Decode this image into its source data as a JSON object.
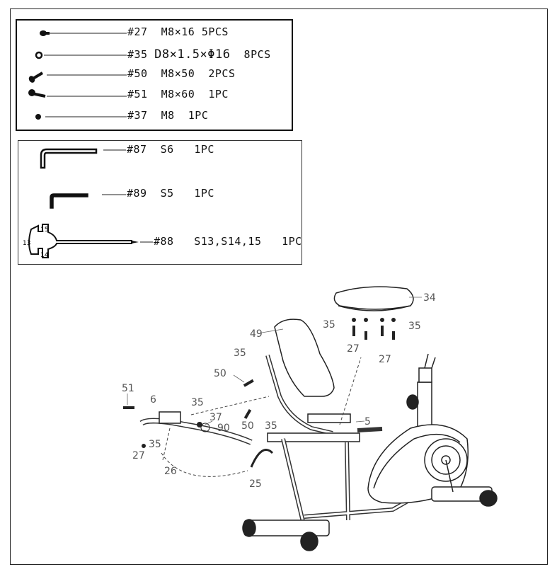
{
  "parts": [
    {
      "icon": "bolt-icon",
      "code": "#27",
      "spec": "M8×16",
      "qty": "5PCS"
    },
    {
      "icon": "washer-icon",
      "code": "#35",
      "spec": "D8×1.5×Φ16",
      "qty": "8PCS"
    },
    {
      "icon": "long-bolt-icon",
      "code": "#50",
      "spec": "M8×50",
      "qty": "2PCS"
    },
    {
      "icon": "long-bolt-icon",
      "code": "#51",
      "spec": "M8×60",
      "qty": "1PC"
    },
    {
      "icon": "nut-icon",
      "code": "#37",
      "spec": "M8",
      "qty": "1PC"
    }
  ],
  "tools": [
    {
      "icon": "allen-key-large-icon",
      "code": "#87",
      "spec": "S6",
      "qty": "1PC"
    },
    {
      "icon": "allen-key-small-icon",
      "code": "#89",
      "spec": "S5",
      "qty": "1PC"
    },
    {
      "icon": "spanner-icon",
      "code": "#88",
      "spec": "S13,S14,15",
      "qty": "1PC",
      "sizes": [
        "15",
        "13",
        "14"
      ]
    }
  ],
  "diagram": {
    "callouts": [
      "34",
      "35",
      "35",
      "27",
      "27",
      "49",
      "35",
      "50",
      "5",
      "51",
      "6",
      "35",
      "37",
      "90",
      "50",
      "35",
      "27",
      "35",
      "26",
      "25"
    ]
  }
}
